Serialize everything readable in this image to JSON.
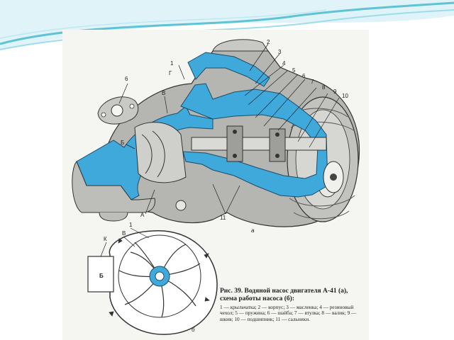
{
  "figure": {
    "caption_title": "Рис. 39. Водяной насос двигателя А-41 (а), схема работы насоса (б):",
    "caption_legend": "1 — крыльчатка; 2 — корпус; 3 — масленка; 4 — резиновый чехол; 5 — пружина; 6 — шайба; 7 — втулка; 8 — валик; 9 — шкив; 10 — подшипник; 11 — сальники.",
    "callouts_top": [
      "1",
      "2",
      "3",
      "4",
      "5",
      "6",
      "7",
      "8",
      "9",
      "10",
      "11"
    ],
    "letters": {
      "G": "Г",
      "V": "В",
      "B": "Б",
      "A": "А",
      "K": "К",
      "V2": "В",
      "B2": "Б",
      "one_b": "1",
      "six": "6"
    },
    "subfig_a": "а",
    "subfig_b": "б"
  },
  "colors": {
    "water_blue": "#3fa9dc",
    "metal_gray": "#a9a9a6",
    "line_dark": "#333333",
    "header_teal": "#5fc3d6"
  }
}
